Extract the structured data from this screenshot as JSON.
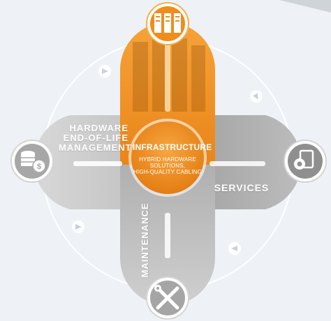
{
  "diagram": {
    "center": {
      "title": "INFRASTRUCTURE",
      "subtitle_lines": [
        "HYBRID HARDWARE",
        "SOLUTIONS,",
        "HIGH-QUALITY CABLING"
      ]
    },
    "hardware_label": [
      "HARDWARE",
      "END-OF-LIFE",
      "MANAGEMENT"
    ],
    "services_label": "SERVICES",
    "maintenance_label": "MAINTENANCE",
    "icons": {
      "top": "server-icon",
      "left": "coins-dollar-icon",
      "right": "gear-document-icon",
      "bottom": "wrench-screwdriver-icon"
    },
    "colors": {
      "orange": "#ef8a1d",
      "orange_light": "#f7b04f",
      "gray_petal": "#c9c9c9",
      "gray_dark": "#a6a6a6",
      "ring": "#ffffff",
      "background": "#eef2f6"
    }
  }
}
